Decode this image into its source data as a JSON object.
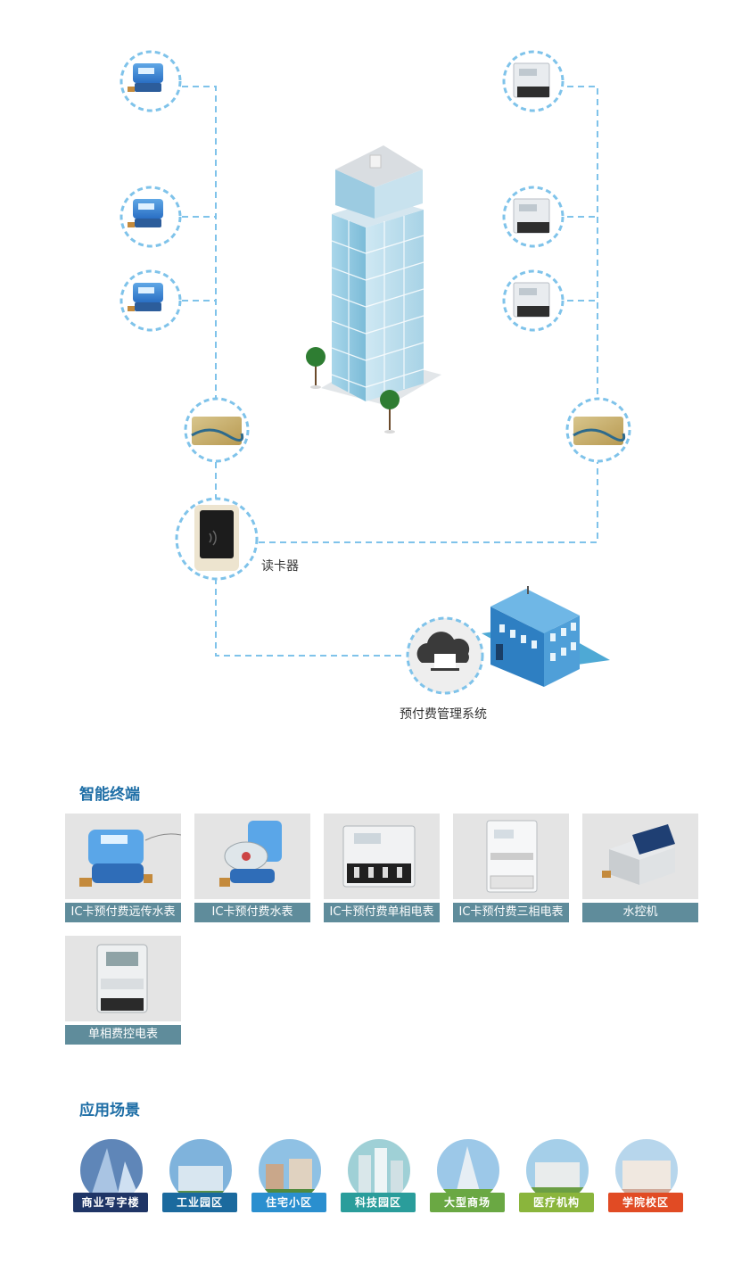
{
  "diagram": {
    "card_reader_label": "读卡器",
    "system_label": "预付费管理系统"
  },
  "terminals": {
    "title": "智能终端",
    "items": [
      {
        "label": "IC卡预付费远传水表"
      },
      {
        "label": "IC卡预付费水表"
      },
      {
        "label": "IC卡预付费单相电表"
      },
      {
        "label": "IC卡预付费三相电表"
      },
      {
        "label": "水控机"
      },
      {
        "label": "单相费控电表"
      }
    ]
  },
  "scenes": {
    "title": "应用场景",
    "items": [
      {
        "label": "商业写字楼",
        "color": "#1f3566"
      },
      {
        "label": "工业园区",
        "color": "#1b6a9e"
      },
      {
        "label": "住宅小区",
        "color": "#2a8fcf"
      },
      {
        "label": "科技园区",
        "color": "#2a9d9b"
      },
      {
        "label": "大型商场",
        "color": "#6aa843"
      },
      {
        "label": "医疗机构",
        "color": "#8ab53c"
      },
      {
        "label": "学院校区",
        "color": "#e14b24"
      }
    ]
  },
  "colors": {
    "accent": "#1e6ea6",
    "caption_bg": "#5f8c9b",
    "dashed_line": "#7fc3ea"
  }
}
